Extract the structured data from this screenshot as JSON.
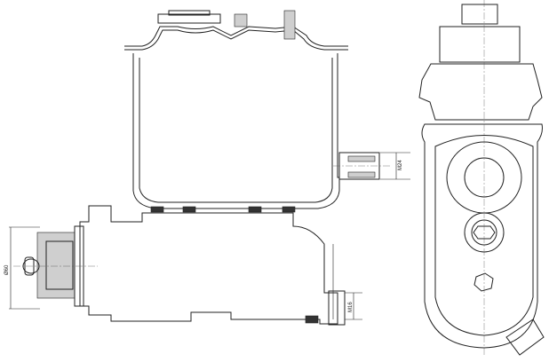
{
  "dimensions": {
    "thread_outlet": "M24",
    "diameter_flange": "Ø60",
    "thread_bottom": "M16"
  },
  "colors": {
    "line": "#222222",
    "background": "#ffffff"
  }
}
